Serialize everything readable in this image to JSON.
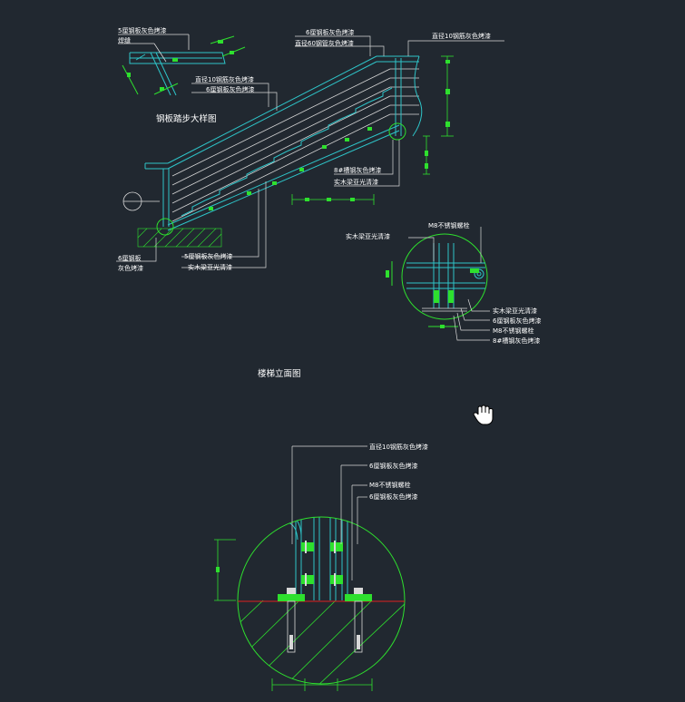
{
  "titles": {
    "step_detail": "钢板踏步大样图",
    "stair_elevation": "楼梯立面图"
  },
  "labels": {
    "tread_paint": "5厘钢板灰色烤漆",
    "weld_seam": "焊缝",
    "top_plate_paint": "6厘钢板灰色烤漆",
    "top_pipe_paint": "直径60钢管灰色烤漆",
    "top_rod_paint": "直径10钢筋灰色烤漆",
    "mid_rod_paint": "直径10钢筋灰色烤漆",
    "mid_plate_paint": "6厘钢板灰色烤漆",
    "channel_paint": "8#槽钢灰色烤漆",
    "wood_beam_a": "实木梁亚光清漆",
    "base_plate_l1": "6厘钢板",
    "base_plate_l2": "灰色烤漆",
    "bot_tread_paint": "5厘钢板灰色烤漆",
    "bot_wood_beam": "实木梁亚光清漆",
    "c1_bolt": "M8不锈钢螺栓",
    "c1_wood_beam_left": "实木梁亚光清漆",
    "c1_wood_beam_right": "实木梁亚光清漆",
    "c1_plate": "6厘钢板灰色烤漆",
    "c1_bolt2": "M8不锈钢螺栓",
    "c1_channel": "8#槽钢灰色烤漆",
    "c2_rod": "直径10钢筋灰色烤漆",
    "c2_plate": "6厘钢板灰色烤漆",
    "c2_bolt": "M8不锈钢螺栓",
    "c2_plate2": "6厘钢板灰色烤漆"
  },
  "colors": {
    "background": "#212830",
    "structure": "#2ec4c8",
    "dimension": "#2ee02e",
    "cut_line": "#e02020",
    "text": "#ffffff"
  },
  "cursor_icon": "hand-pan-icon"
}
